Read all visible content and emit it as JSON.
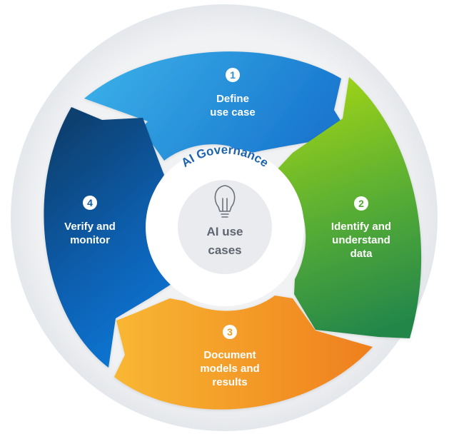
{
  "diagram": {
    "ring_label": "AI Governance",
    "center": {
      "line1": "AI use",
      "line2": "cases",
      "icon": "lightbulb-icon"
    },
    "steps": [
      {
        "number": "1",
        "line1": "Define",
        "line2": "use case",
        "line3": "",
        "color": "#2b8fdc"
      },
      {
        "number": "2",
        "line1": "Identify and",
        "line2": "understand",
        "line3": "data",
        "color": "#52aa35"
      },
      {
        "number": "3",
        "line1": "Document",
        "line2": "models and",
        "line3": "results",
        "color": "#f39a1f"
      },
      {
        "number": "4",
        "line1": "Verify and",
        "line2": "monitor",
        "line3": "",
        "color": "#0d5ba6"
      }
    ],
    "colors": {
      "outer_ring": "#eceef1",
      "center_ring": "#e9ebee",
      "blue_light": "#3cb3ea",
      "blue_mid": "#1a78cf",
      "green_light": "#9fd318",
      "green_dark": "#23864a",
      "orange_light": "#f8b733",
      "orange_dark": "#ef7f1e",
      "navy_dark": "#083f6e",
      "navy_mid": "#0f5faf",
      "navy_bright": "#1178d8",
      "accent_text": "#1c63b0",
      "center_text": "#5f6570"
    }
  }
}
